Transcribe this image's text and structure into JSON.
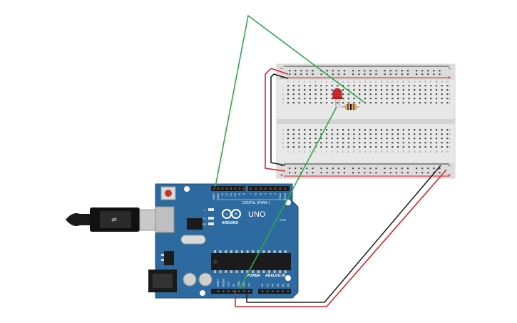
{
  "arduino": {
    "brand": "ARDUINO",
    "model": "UNO",
    "digital_label": "DIGITAL (PWM~)",
    "power_label": "POWER",
    "analog_label": "ANALOG IN",
    "tx_label": "TX",
    "rx_label": "RX",
    "l_label": "L",
    "icsp_label": "ICSP",
    "aref_label": "AREF",
    "gnd_label": "GND",
    "pin13": "13",
    "pin12": "12",
    "pin11": "~11",
    "pin10": "~10",
    "pin9": "~9",
    "pin8": "8",
    "pin7": "7",
    "pin6": "~6",
    "pin5": "~5",
    "pin4": "4",
    "pin3": "~3",
    "pin2": "2",
    "pin1": "TX▸1",
    "pin0": "RX◂0",
    "ioref": "IOREF",
    "reset": "RESET",
    "v33": "3.3V",
    "v5": "5V",
    "gnd1": "GND",
    "gnd2": "GND",
    "vin": "Vin",
    "a0": "A0",
    "a1": "A1",
    "a2": "A2",
    "a3": "A3",
    "a4": "A4",
    "a5": "A5"
  },
  "breadboard": {
    "plus": "+",
    "minus": "−",
    "row_letters_top": [
      "j",
      "i",
      "h",
      "g",
      "f"
    ],
    "row_letters_bottom": [
      "e",
      "d",
      "c",
      "b",
      "a"
    ],
    "column_numbers": [
      "1",
      "2",
      "3",
      "4",
      "5",
      "6",
      "7",
      "8",
      "9",
      "10",
      "11",
      "12",
      "13",
      "14",
      "15",
      "16",
      "17",
      "18",
      "19",
      "20",
      "21",
      "22",
      "23",
      "24",
      "25",
      "26",
      "27",
      "28",
      "29",
      "30"
    ]
  },
  "colors": {
    "arduino_board": "#2c6a9f",
    "breadboard": "#e6e6e6",
    "wire_green": "#2fa84a",
    "wire_red": "#d7262b",
    "wire_black": "#333333",
    "led": "#cc2a2a"
  }
}
